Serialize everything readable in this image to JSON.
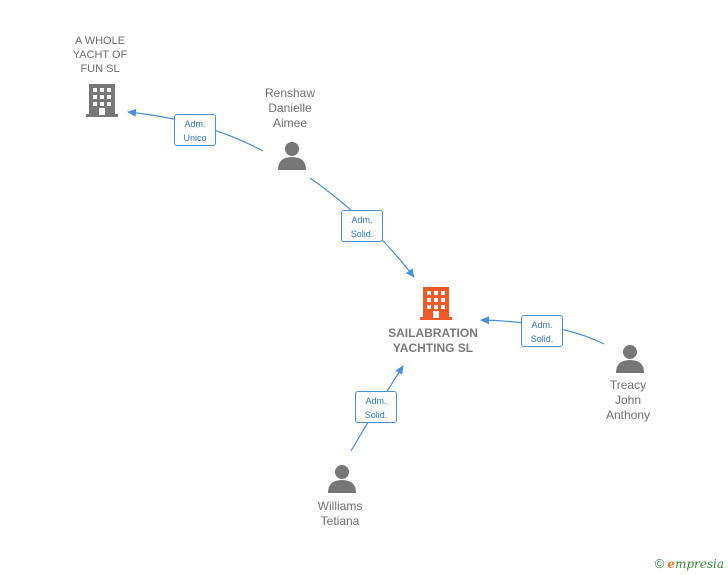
{
  "nodes": {
    "whole_yacht": {
      "label": "A WHOLE\nYACHT OF\nFUN  SL",
      "icon": "building-icon",
      "color": "#777777"
    },
    "sailabration": {
      "label": "SAILABRATION\nYACHTING  SL",
      "icon": "building-icon",
      "color": "#f05a28"
    },
    "renshaw": {
      "label": "Renshaw\nDanielle\nAimee",
      "icon": "person-icon"
    },
    "treacy": {
      "label": "Treacy\nJohn\nAnthony",
      "icon": "person-icon"
    },
    "williams": {
      "label": "Williams\nTetiana",
      "icon": "person-icon"
    }
  },
  "relations": {
    "renshaw_whole": "Adm.\nUnico",
    "renshaw_sail": "Adm.\nSolid.",
    "treacy_sail": "Adm.\nSolid.",
    "williams_sail": "Adm.\nSolid."
  },
  "colors": {
    "edge": "#4a8fd8",
    "person": "#777777"
  },
  "footer": {
    "copyright": "©",
    "brand_first": "e",
    "brand_rest": "mpresia"
  }
}
